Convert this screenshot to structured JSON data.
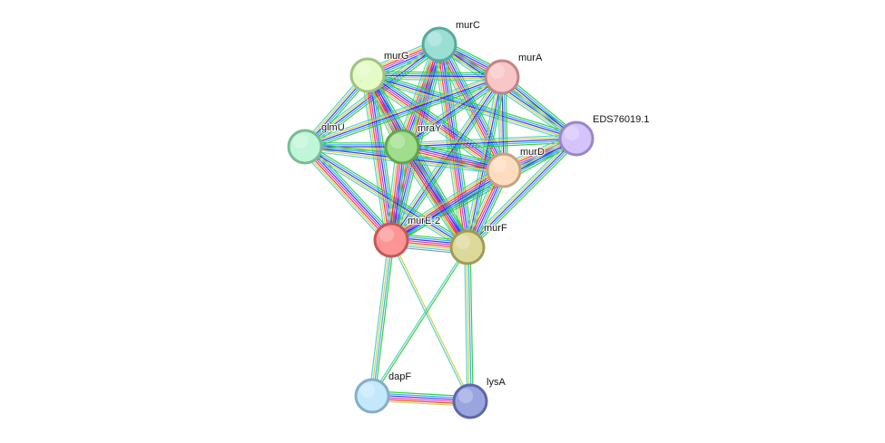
{
  "diagram": {
    "type": "protein-interaction-network",
    "evidence_colors": [
      "#22cc22",
      "#22aaff",
      "#2222ff",
      "#cc22cc",
      "#ff2222",
      "#cccc33",
      "#44cccc",
      "#7788cc"
    ],
    "nodes": [
      {
        "id": "murC",
        "label": "murC",
        "fill": "#9adfd4",
        "stroke": "#5aa89c"
      },
      {
        "id": "murG",
        "label": "murG",
        "fill": "#e3fbc4",
        "stroke": "#a2c283"
      },
      {
        "id": "murA",
        "label": "murA",
        "fill": "#f8c6c6",
        "stroke": "#c18585"
      },
      {
        "id": "EDS76019.1",
        "label": "EDS76019.1",
        "fill": "#d5c4fb",
        "stroke": "#9b86c8"
      },
      {
        "id": "glmU",
        "label": "glmU",
        "fill": "#bff5d8",
        "stroke": "#78bc95"
      },
      {
        "id": "mraY",
        "label": "mraY",
        "fill": "#a0de8b",
        "stroke": "#63a44d"
      },
      {
        "id": "murD",
        "label": "murD",
        "fill": "#fddcc0",
        "stroke": "#c6a27f"
      },
      {
        "id": "murE-2",
        "label": "murE-2",
        "fill": "#fd9594",
        "stroke": "#c75657"
      },
      {
        "id": "murF",
        "label": "murF",
        "fill": "#ddd999",
        "stroke": "#a09c55"
      },
      {
        "id": "dapF",
        "label": "dapF",
        "fill": "#c3e8fb",
        "stroke": "#85aec6"
      },
      {
        "id": "lysA",
        "label": "lysA",
        "fill": "#9aa5e0",
        "stroke": "#5c67a8"
      }
    ],
    "edges": [
      {
        "source": "murC",
        "target": "murG",
        "evidence": [
          0,
          1,
          2,
          3,
          4,
          5,
          6
        ]
      },
      {
        "source": "murC",
        "target": "murA",
        "evidence": [
          0,
          1,
          2,
          3,
          4,
          5,
          6
        ]
      },
      {
        "source": "murC",
        "target": "EDS76019.1",
        "evidence": [
          0,
          1,
          2,
          5,
          6
        ]
      },
      {
        "source": "murC",
        "target": "glmU",
        "evidence": [
          0,
          1,
          2,
          5,
          6
        ]
      },
      {
        "source": "murC",
        "target": "mraY",
        "evidence": [
          0,
          1,
          2,
          3,
          4,
          5,
          6
        ]
      },
      {
        "source": "murC",
        "target": "murD",
        "evidence": [
          0,
          1,
          2,
          3,
          4,
          5,
          6
        ]
      },
      {
        "source": "murC",
        "target": "murE-2",
        "evidence": [
          0,
          1,
          2,
          3,
          4,
          5,
          6
        ]
      },
      {
        "source": "murC",
        "target": "murF",
        "evidence": [
          0,
          1,
          2,
          3,
          4,
          5,
          6
        ]
      },
      {
        "source": "murG",
        "target": "murA",
        "evidence": [
          0,
          1,
          2,
          5,
          6
        ]
      },
      {
        "source": "murG",
        "target": "EDS76019.1",
        "evidence": [
          0,
          1,
          2,
          5,
          6
        ]
      },
      {
        "source": "murG",
        "target": "glmU",
        "evidence": [
          0,
          1,
          2,
          5,
          6
        ]
      },
      {
        "source": "murG",
        "target": "mraY",
        "evidence": [
          0,
          1,
          2,
          3,
          4,
          5,
          6
        ]
      },
      {
        "source": "murG",
        "target": "murD",
        "evidence": [
          0,
          1,
          2,
          3,
          4,
          5,
          6
        ]
      },
      {
        "source": "murG",
        "target": "murE-2",
        "evidence": [
          0,
          1,
          2,
          3,
          4,
          5,
          6
        ]
      },
      {
        "source": "murG",
        "target": "murF",
        "evidence": [
          0,
          1,
          2,
          3,
          4,
          5,
          6
        ]
      },
      {
        "source": "murA",
        "target": "EDS76019.1",
        "evidence": [
          0,
          1,
          2,
          5,
          6
        ]
      },
      {
        "source": "murA",
        "target": "glmU",
        "evidence": [
          0,
          1,
          2,
          5,
          6
        ]
      },
      {
        "source": "murA",
        "target": "mraY",
        "evidence": [
          0,
          1,
          2,
          5,
          6
        ]
      },
      {
        "source": "murA",
        "target": "murD",
        "evidence": [
          0,
          1,
          2,
          5,
          6
        ]
      },
      {
        "source": "murA",
        "target": "murE-2",
        "evidence": [
          0,
          1,
          2,
          5,
          6
        ]
      },
      {
        "source": "murA",
        "target": "murF",
        "evidence": [
          0,
          1,
          2,
          5,
          6
        ]
      },
      {
        "source": "EDS76019.1",
        "target": "mraY",
        "evidence": [
          0,
          1,
          2,
          5,
          6
        ]
      },
      {
        "source": "EDS76019.1",
        "target": "murD",
        "evidence": [
          0,
          1,
          2,
          3,
          4,
          5,
          6
        ]
      },
      {
        "source": "EDS76019.1",
        "target": "murE-2",
        "evidence": [
          0,
          1,
          2,
          5,
          6
        ]
      },
      {
        "source": "EDS76019.1",
        "target": "murF",
        "evidence": [
          0,
          1,
          2,
          5,
          6
        ]
      },
      {
        "source": "glmU",
        "target": "mraY",
        "evidence": [
          0,
          1,
          2,
          5,
          6
        ]
      },
      {
        "source": "glmU",
        "target": "murD",
        "evidence": [
          0,
          1,
          2,
          5,
          6
        ]
      },
      {
        "source": "glmU",
        "target": "murE-2",
        "evidence": [
          0,
          1,
          2,
          3,
          4,
          5,
          6
        ]
      },
      {
        "source": "glmU",
        "target": "murF",
        "evidence": [
          0,
          1,
          2,
          5,
          6
        ]
      },
      {
        "source": "mraY",
        "target": "murD",
        "evidence": [
          0,
          1,
          2,
          3,
          4,
          5,
          6
        ]
      },
      {
        "source": "mraY",
        "target": "murE-2",
        "evidence": [
          0,
          1,
          2,
          3,
          4,
          5,
          6
        ]
      },
      {
        "source": "mraY",
        "target": "murF",
        "evidence": [
          0,
          1,
          2,
          3,
          4,
          5,
          6
        ]
      },
      {
        "source": "murD",
        "target": "murE-2",
        "evidence": [
          0,
          1,
          2,
          3,
          4,
          5,
          6
        ]
      },
      {
        "source": "murD",
        "target": "murF",
        "evidence": [
          0,
          1,
          2,
          3,
          4,
          5,
          6
        ]
      },
      {
        "source": "murE-2",
        "target": "murF",
        "evidence": [
          0,
          1,
          2,
          3,
          4,
          5,
          6,
          7
        ]
      },
      {
        "source": "murE-2",
        "target": "dapF",
        "evidence": [
          0,
          1,
          5,
          6
        ]
      },
      {
        "source": "murE-2",
        "target": "lysA",
        "evidence": [
          5,
          6
        ]
      },
      {
        "source": "murF",
        "target": "dapF",
        "evidence": [
          0,
          6
        ]
      },
      {
        "source": "murF",
        "target": "lysA",
        "evidence": [
          0,
          1,
          5,
          6
        ]
      },
      {
        "source": "dapF",
        "target": "lysA",
        "evidence": [
          0,
          1,
          2,
          3,
          4,
          5
        ]
      }
    ]
  }
}
